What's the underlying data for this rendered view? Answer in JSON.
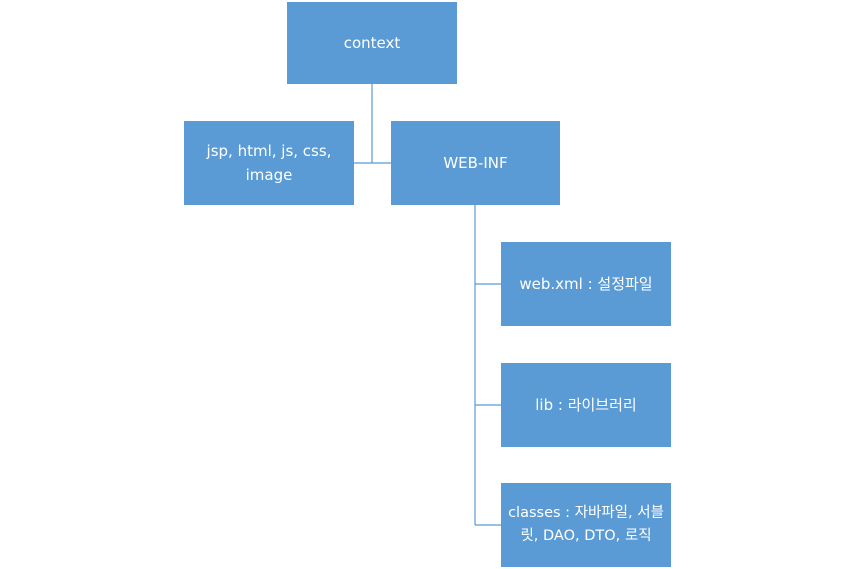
{
  "diagram": {
    "root": {
      "label": "context"
    },
    "static_resources": {
      "label": "jsp, html, js, css, image"
    },
    "web_inf": {
      "label": "WEB-INF"
    },
    "web_xml": {
      "label": "web.xml : 설정파일"
    },
    "lib": {
      "label": "lib : 라이브러리"
    },
    "classes": {
      "label": "classes : 자바파일, 서블릿, DAO, DTO, 로직"
    }
  },
  "colors": {
    "node_fill": "#5b9bd5",
    "node_text": "#ffffff",
    "connector": "#5b9bd5",
    "background": "#ffffff"
  }
}
